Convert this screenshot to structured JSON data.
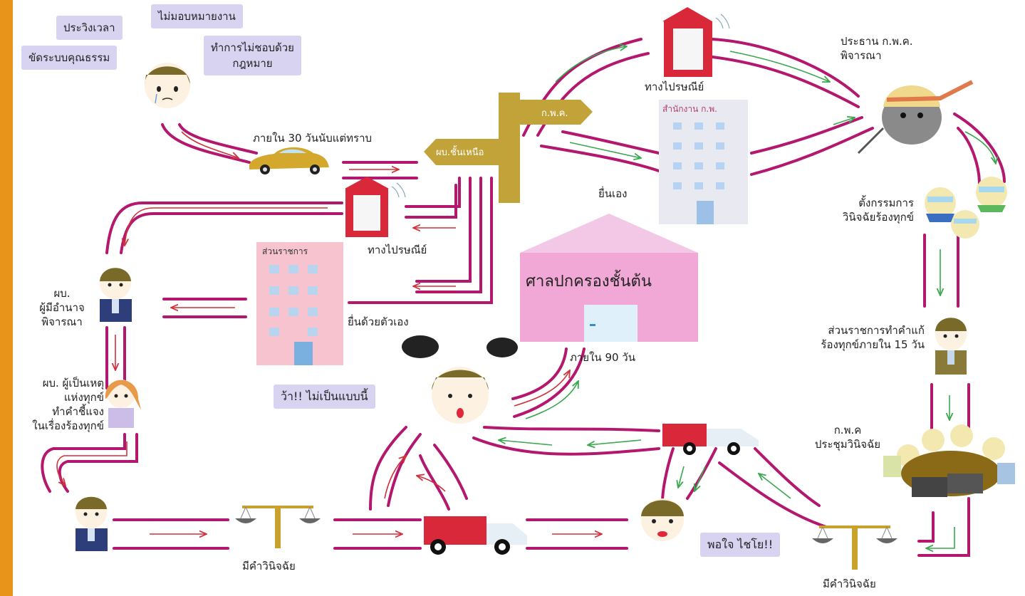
{
  "complaints": {
    "c1": "ประวิงเวลา",
    "c2": "ไม่มอบหมายงาน",
    "c3": "ทำการไม่ชอบด้วย\nกฎหมาย",
    "c4": "ขัดระบบคุณธรรม"
  },
  "within_30_days": "ภายใน  30  วันนับแต่ทราบ",
  "signpost": {
    "up": "ก.พ.ค.",
    "down": "ผบ.ชั้นเหนือ"
  },
  "post_top": "ทางไปรษณีย์",
  "post_mid": "ทางไปรษณีย์",
  "opc_building": "สำนักงาน ก.พ.",
  "self_submit_top": "ยื่นเอง",
  "gov_building": "ส่วนราชการ",
  "self_submit_mid": "ยื่นด้วยตัวเอง",
  "admin_court": "ศาลปกครองชั้นต้น",
  "within_90_days": "ภายใน  90  วัน",
  "chairman": "ประธาน  ก.พ.ค.\nพิจารณา",
  "appoint_committee": "ตั้งกรรมการ\nวินิจฉัยร้องทุกข์",
  "agency_reply": "ส่วนราชการทำคำแก้\nร้องทุกข์ภายใน  15  วัน",
  "meeting": "ก.พ.ค\nประชุมวินิจฉัย",
  "supervisor": "ผบ.\nผู้มีอำนาจ\nพิจารณา",
  "cause_person": "ผบ. ผู้เป็นเหตุ\nแห่งทุกข์\nทำคำชี้แจง\nในเรื่องร้องทุกข์",
  "unhappy": "ว้า!! ไม่เป็นแบบนี้",
  "happy": "พอใจ  ไชโย!!",
  "verdict_left": "มีคำวินิจฉัย",
  "verdict_right": "มีคำวินิจฉัย",
  "colors": {
    "path": "#b4176e",
    "arrow_red": "#d0323c",
    "arrow_green": "#3aa84e",
    "orange_bar": "#e8941a",
    "bubble": "#d9d3f2"
  }
}
